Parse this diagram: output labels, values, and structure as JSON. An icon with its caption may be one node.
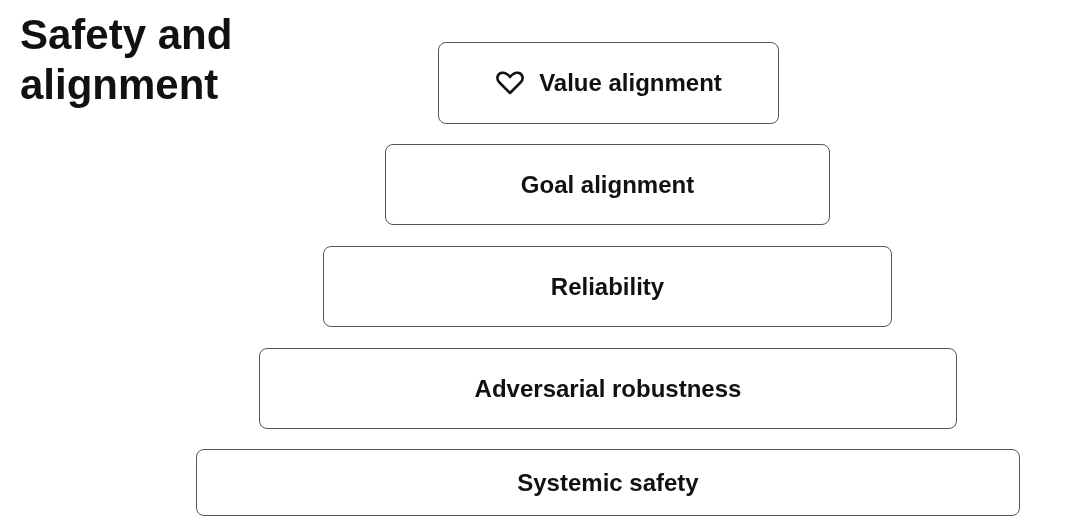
{
  "diagram": {
    "title": "Safety and alignment",
    "nodes": [
      {
        "text": [
          "Value alignment"
        ]
      },
      {
        "text": [
          "Goal alignment"
        ]
      },
      {
        "text": [
          "Reliability"
        ]
      },
      {
        "text": [
          "Adversarial robustness"
        ]
      },
      {
        "text": [
          "Systemic safety"
        ]
      }
    ]
  }
}
